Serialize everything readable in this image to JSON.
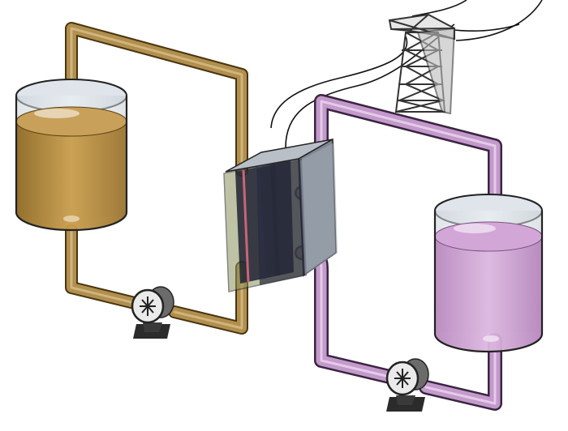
{
  "diagram": {
    "kind": "flow-battery-schematic",
    "components": [
      {
        "id": "left-tank",
        "type": "electrolyte-tank",
        "icon": "cylinder-tank"
      },
      {
        "id": "right-tank",
        "type": "electrolyte-tank",
        "icon": "cylinder-tank"
      },
      {
        "id": "cell-stack",
        "type": "membrane-cell-stack",
        "icon": "layered-block"
      },
      {
        "id": "left-pump",
        "type": "pump",
        "icon": "fan-pump"
      },
      {
        "id": "right-pump",
        "type": "pump",
        "icon": "fan-pump"
      },
      {
        "id": "pylon",
        "type": "power-grid-tower",
        "icon": "lattice-tower"
      }
    ],
    "colors": {
      "left_electrolyte": "#b58b3c",
      "left_pipe": "#b08f4f",
      "right_electrolyte": "#c79ccc",
      "right_pipe": "#c39acb",
      "stack_dark": "#1e2230",
      "membrane": "#c9647a",
      "wire": "#111111",
      "tank_glass": "#d6dde2"
    }
  }
}
